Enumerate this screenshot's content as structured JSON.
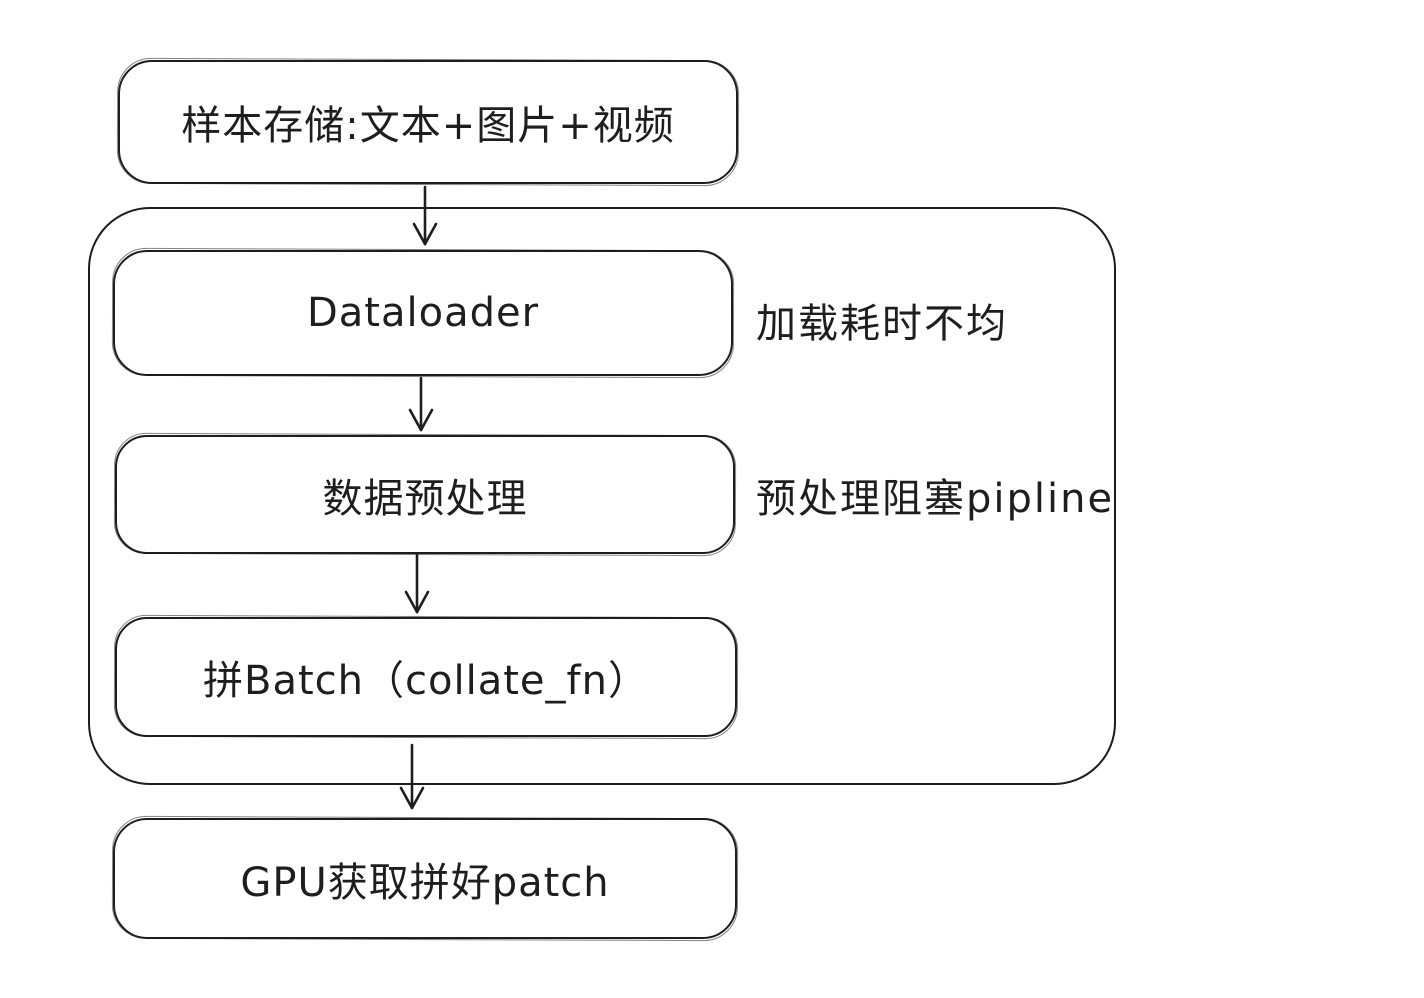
{
  "canvas": {
    "background": "#ffffff",
    "stroke_color": "#1e1e1e",
    "style": "hand-drawn flowchart"
  },
  "nodes": [
    {
      "id": "sample-storage",
      "label": "样本存储:文本+图片+视频"
    },
    {
      "id": "dataloader",
      "label": "Dataloader"
    },
    {
      "id": "preprocessing",
      "label": "数据预处理"
    },
    {
      "id": "collate-batch",
      "label": "拼Batch（collate_fn）"
    },
    {
      "id": "gpu-fetch",
      "label": "GPU获取拼好patch"
    }
  ],
  "annotations": [
    {
      "target": "dataloader",
      "text": "加载耗时不均"
    },
    {
      "target": "preprocessing",
      "text": "预处理阻塞pipline"
    }
  ],
  "arrows": [
    {
      "from": "sample-storage",
      "to": "dataloader"
    },
    {
      "from": "dataloader",
      "to": "preprocessing"
    },
    {
      "from": "preprocessing",
      "to": "collate-batch"
    },
    {
      "from": "collate-batch",
      "to": "gpu-fetch"
    }
  ],
  "group": {
    "contains": [
      "dataloader",
      "preprocessing",
      "collate-batch"
    ]
  }
}
